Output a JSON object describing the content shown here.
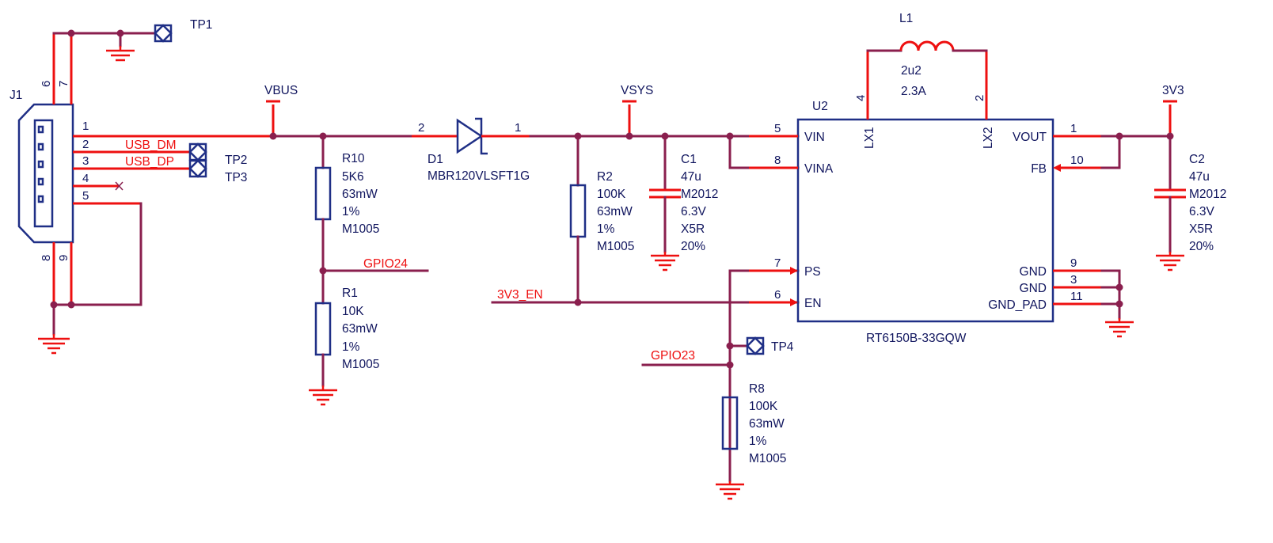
{
  "colors": {
    "wire": "#8a1f4e",
    "pin": "#ee1010",
    "body": "#1f2f86",
    "text": "#10155e",
    "net_label": "#ee1010",
    "junction": "#8a1f4e"
  },
  "connector": {
    "ref": "J1",
    "pins": [
      "1",
      "2",
      "3",
      "4",
      "5"
    ],
    "shield_pins_top": [
      "6",
      "7"
    ],
    "shield_pins_bottom": [
      "8",
      "9"
    ],
    "pin4_no_connect_icon": "x-mark"
  },
  "test_points": [
    "TP1",
    "TP2",
    "TP3",
    "TP4"
  ],
  "power_nets": [
    "VBUS",
    "VSYS",
    "3V3"
  ],
  "net_labels": {
    "usb_dm": "USB_DM",
    "usb_dp": "USB_DP",
    "gpio24": "GPIO24",
    "en3v3": "3V3_EN",
    "gpio23": "GPIO23"
  },
  "resistors": {
    "r10": {
      "ref": "R10",
      "value": "5K6",
      "power": "63mW",
      "tol": "1%",
      "pkg": "M1005"
    },
    "r1": {
      "ref": "R1",
      "value": "10K",
      "power": "63mW",
      "tol": "1%",
      "pkg": "M1005"
    },
    "r2": {
      "ref": "R2",
      "value": "100K",
      "power": "63mW",
      "tol": "1%",
      "pkg": "M1005"
    },
    "r8": {
      "ref": "R8",
      "value": "100K",
      "power": "63mW",
      "tol": "1%",
      "pkg": "M1005"
    }
  },
  "capacitors": {
    "c1": {
      "ref": "C1",
      "value": "47u",
      "pkg": "M2012",
      "voltage": "6.3V",
      "dielectric": "X5R",
      "tol": "20%"
    },
    "c2": {
      "ref": "C2",
      "value": "47u",
      "pkg": "M2012",
      "voltage": "6.3V",
      "dielectric": "X5R",
      "tol": "20%"
    }
  },
  "diode": {
    "ref": "D1",
    "part": "MBR120VLSFT1G",
    "pin_anode": "2",
    "pin_cathode": "1"
  },
  "inductor": {
    "ref": "L1",
    "value": "2u2",
    "current": "2.3A",
    "pin_left": "4",
    "pin_right": "2"
  },
  "ic": {
    "ref": "U2",
    "part": "RT6150B-33GQW",
    "pins": {
      "vin": {
        "name": "VIN",
        "num": "5"
      },
      "vina": {
        "name": "VINA",
        "num": "8"
      },
      "ps": {
        "name": "PS",
        "num": "7"
      },
      "en": {
        "name": "EN",
        "num": "6"
      },
      "lx1": {
        "name": "LX1",
        "num": "4"
      },
      "lx2": {
        "name": "LX2",
        "num": "2"
      },
      "vout": {
        "name": "VOUT",
        "num": "1"
      },
      "fb": {
        "name": "FB",
        "num": "10"
      },
      "gnd1": {
        "name": "GND",
        "num": "9"
      },
      "gnd2": {
        "name": "GND",
        "num": "3"
      },
      "gndpad": {
        "name": "GND_PAD",
        "num": "11"
      }
    }
  }
}
